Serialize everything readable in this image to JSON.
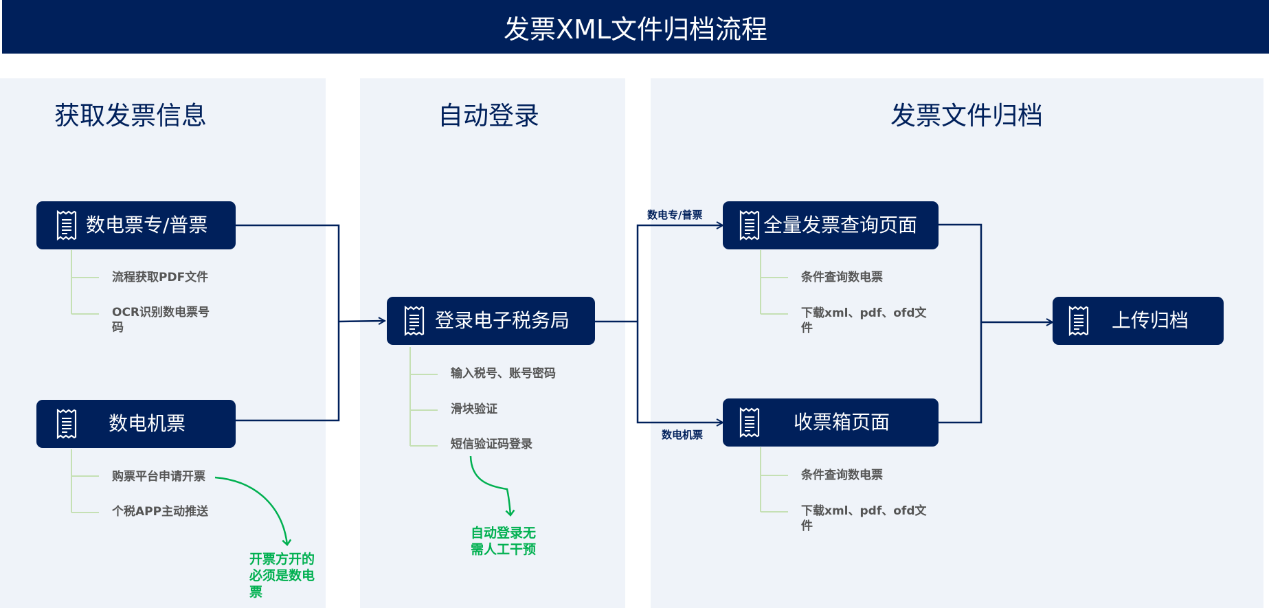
{
  "title": "发票XML文件归档流程",
  "colors": {
    "banner": "#00205b",
    "node": "#00205b",
    "panel": "#eff3f9",
    "branch": "#c5e0b4",
    "note": "#00b050",
    "text_gray": "#555555"
  },
  "icons": {
    "node_icon": "receipt-icon"
  },
  "sections": [
    {
      "title": "获取发票信息"
    },
    {
      "title": "自动登录"
    },
    {
      "title": "发票文件归档"
    }
  ],
  "nodes": {
    "dianpiao_zhuan_pu": {
      "label": "数电票专/普票",
      "subitems": [
        "流程获取PDF文件",
        "OCR识别数电票号",
        "码"
      ]
    },
    "dianpiao_jipiao": {
      "label": "数电机票",
      "subitems": [
        "购票平台申请开票",
        "个税APP主动推送"
      ],
      "note": [
        "开票方开的",
        "必须是数电",
        "票"
      ]
    },
    "login_tax_bureau": {
      "label": "登录电子税务局",
      "subitems": [
        "输入税号、账号密码",
        "滑块验证",
        "短信验证码登录"
      ],
      "note": [
        "自动登录无",
        "需人工干预"
      ]
    },
    "full_invoice_query": {
      "label": "全量发票查询页面",
      "subitems": [
        "条件查询数电票",
        "下载xml、pdf、ofd文",
        "件"
      ]
    },
    "invoice_inbox": {
      "label": "收票箱页面",
      "subitems": [
        "条件查询数电票",
        "下载xml、pdf、ofd文",
        "件"
      ]
    },
    "upload_archive": {
      "label": "上传归档"
    }
  },
  "edge_labels": {
    "to_full_query": "数电专/普票",
    "to_inbox": "数电机票"
  }
}
